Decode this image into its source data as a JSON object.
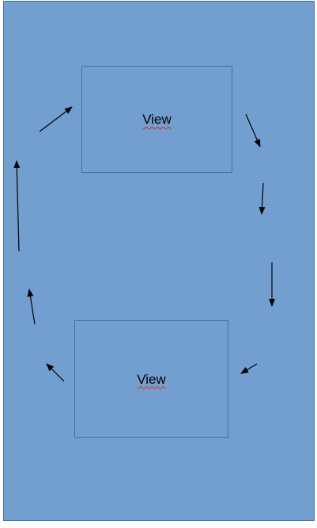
{
  "diagram": {
    "background_color": "#729fcf",
    "border_color": "#41719c",
    "arrow_color": "#000000",
    "spellcheck_underline_color": "#e0271a",
    "nodes": [
      {
        "id": "top",
        "label": "View"
      },
      {
        "id": "bottom",
        "label": "View"
      }
    ]
  }
}
